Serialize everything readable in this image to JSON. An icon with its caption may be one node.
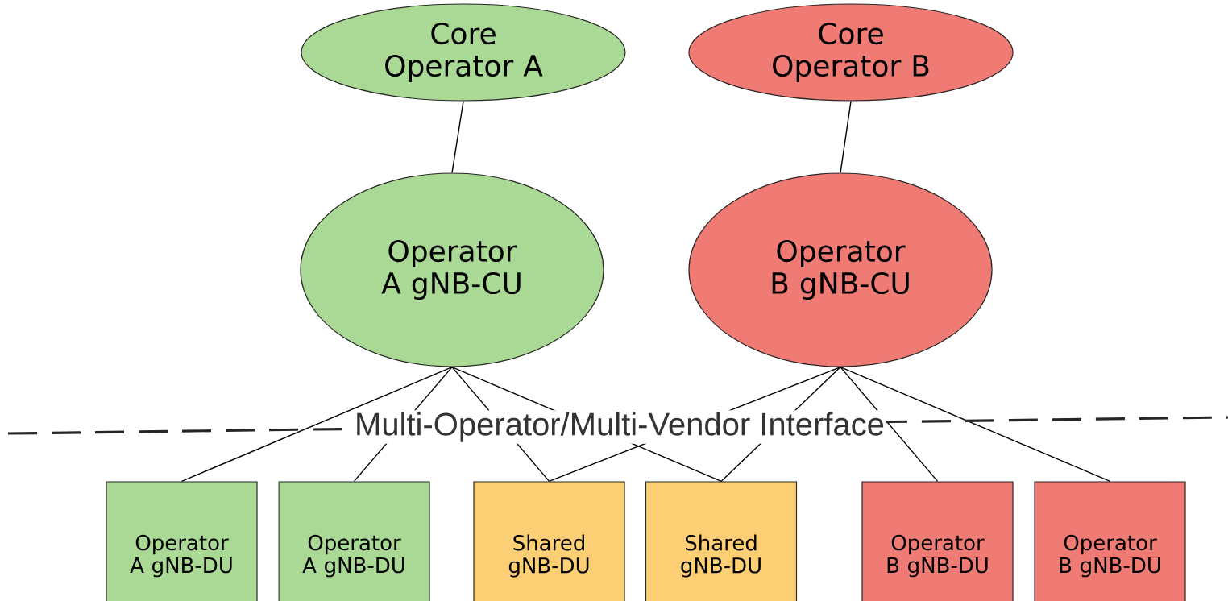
{
  "diagram": {
    "nodes": [
      {
        "text": [
          "Core Operator A"
        ]
      },
      {
        "text": [
          "Core Operator B"
        ]
      },
      {
        "text": [
          "Operator A gNB-CU"
        ]
      },
      {
        "text": [
          "Operator B gNB-CU"
        ]
      },
      {
        "text": [
          "Operator A gNB-DU"
        ]
      },
      {
        "text": [
          "Operator A gNB-DU"
        ]
      },
      {
        "text": [
          "Shared gNB-DU"
        ]
      },
      {
        "text": [
          "Shared gNB-DU"
        ]
      },
      {
        "text": [
          "Operator B gNB-DU"
        ]
      },
      {
        "text": [
          "Operator B gNB-DU"
        ]
      }
    ],
    "edges": [
      {
        "from": 0,
        "to": 2,
        "arrow": "none"
      },
      {
        "from": 1,
        "to": 3,
        "arrow": "none"
      },
      {
        "from": 2,
        "to": 4,
        "arrow": "none"
      },
      {
        "from": 2,
        "to": 5,
        "arrow": "none"
      },
      {
        "from": 2,
        "to": 6,
        "arrow": "none"
      },
      {
        "from": 2,
        "to": 7,
        "arrow": "none"
      },
      {
        "from": 3,
        "to": 6,
        "arrow": "none"
      },
      {
        "from": 3,
        "to": 7,
        "arrow": "none"
      },
      {
        "from": 3,
        "to": 8,
        "arrow": "none"
      },
      {
        "from": 3,
        "to": 9,
        "arrow": "none"
      }
    ],
    "labels": [
      "Multi-Operator/Multi-Vendor Interface"
    ]
  }
}
